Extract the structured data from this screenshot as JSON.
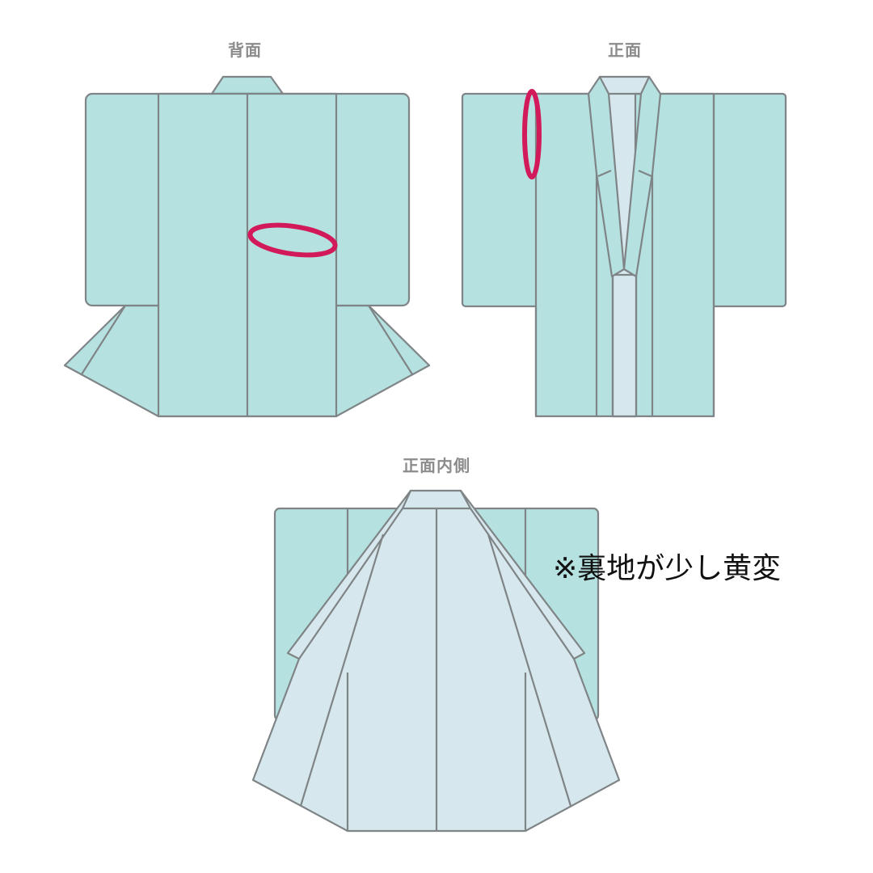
{
  "views": {
    "back": {
      "label": "背面"
    },
    "front": {
      "label": "正面"
    },
    "inside": {
      "label": "正面内側"
    }
  },
  "note": "※裏地が少し黄変",
  "colors": {
    "outer_fabric": "#b5e1e0",
    "lining": "#d6e8ee",
    "outline": "#7f8486",
    "damage_mark": "#d2195a",
    "label_text": "#8c8c8c"
  },
  "marks": [
    {
      "view": "back",
      "shape": "ellipse",
      "location": "center-back, right of seam, mid-height"
    },
    {
      "view": "front",
      "shape": "ellipse",
      "location": "left sleeve/shoulder seam, upper"
    }
  ]
}
